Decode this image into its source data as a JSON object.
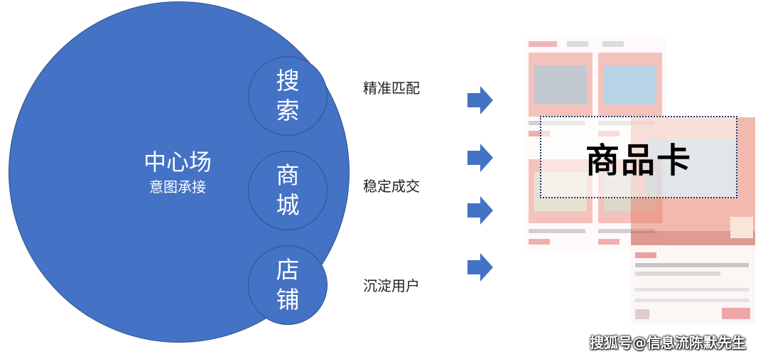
{
  "center": {
    "title": "中心场",
    "subtitle": "意图承接"
  },
  "circles": [
    {
      "chars": [
        "搜",
        "索"
      ]
    },
    {
      "chars": [
        "商",
        "城"
      ]
    },
    {
      "chars": [
        "店",
        "铺"
      ]
    }
  ],
  "labels": [
    "精准匹配",
    "稳定成交",
    "沉淀用户"
  ],
  "product_card": "商品卡",
  "watermark": "搜狐号@信息流陈默先生",
  "colors": {
    "circle_fill": "#4472c4",
    "circle_border": "#2f528f",
    "arrow": "#4472c4"
  }
}
